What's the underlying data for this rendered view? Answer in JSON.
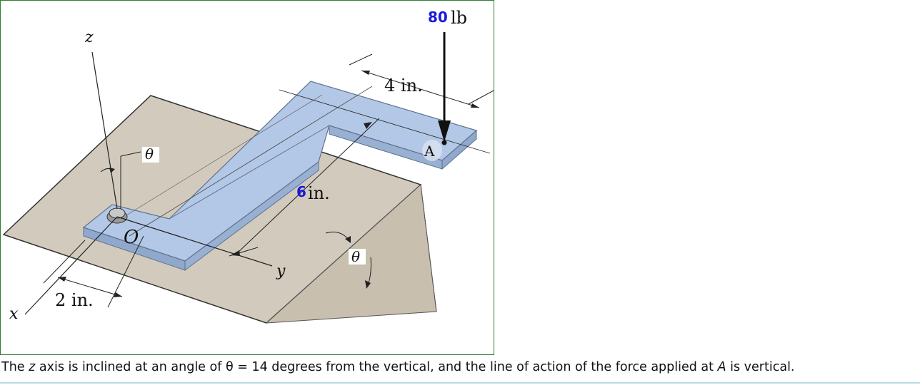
{
  "figure": {
    "force_value": "80",
    "force_unit": "lb",
    "dim_top": "4 in.",
    "dim_mid_value": "6",
    "dim_mid_unit": "in.",
    "dim_left": "2 in.",
    "label_z": "z",
    "label_x": "x",
    "label_y": "y",
    "label_O": "O",
    "label_A": "A",
    "theta": "θ",
    "colors": {
      "member": "#a9c1e3",
      "member_top": "#b9cdea",
      "member_edge": "#6c7f9c",
      "plane": "#d2cbbd",
      "wedge_side": "#c5bcab",
      "value_blue": "#1a1adb"
    }
  },
  "caption": {
    "p1": "The ",
    "var_z": "z",
    "p2": " axis is inclined at an angle of θ = 14 degrees from the vertical, and the line of action of the force applied at ",
    "var_A": "A",
    "p3": " is vertical."
  }
}
